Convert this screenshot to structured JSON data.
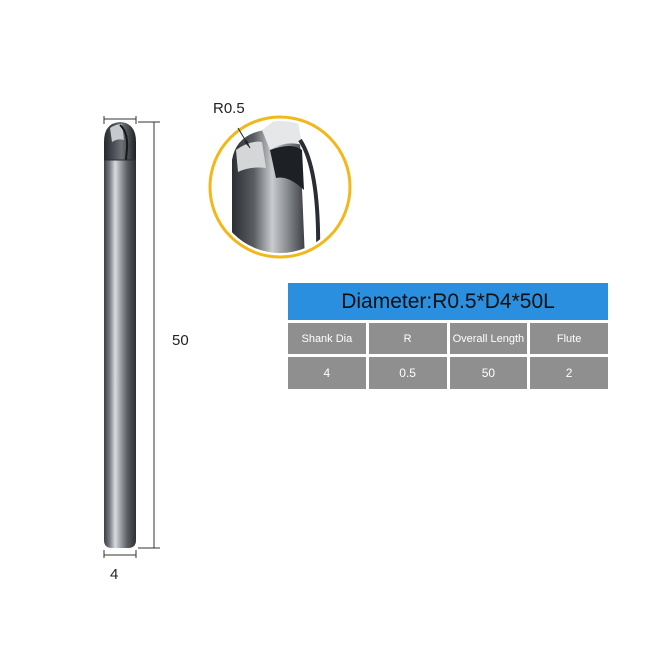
{
  "drawing": {
    "radius_callout": "R0.5",
    "length_label": "50",
    "diameter_label": "4"
  },
  "spec_table": {
    "title": "Diameter:R0.5*D4*50L",
    "headers": [
      "Shank Dia",
      "R",
      "Overall Length",
      "Flute"
    ],
    "values": [
      "4",
      "0.5",
      "50",
      "2"
    ],
    "colors": {
      "title_bg": "#2b8fe0",
      "cell_bg": "#8f8f8f",
      "cell_text": "#ffffff",
      "zoom_ring": "#f2b81a"
    }
  }
}
